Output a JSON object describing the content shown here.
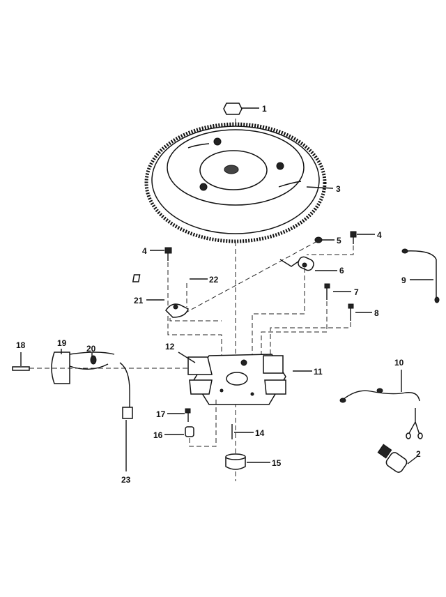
{
  "diagram": {
    "callouts": {
      "c1": "1",
      "c2": "2",
      "c3": "3",
      "c4a": "4",
      "c4b": "4",
      "c5": "5",
      "c6": "6",
      "c7": "7",
      "c8": "8",
      "c9": "9",
      "c10": "10",
      "c11": "11",
      "c12": "12",
      "c14": "14",
      "c15": "15",
      "c16": "16",
      "c17": "17",
      "c18": "18",
      "c19": "19",
      "c20": "20",
      "c21": "21",
      "c22": "22",
      "c23": "23"
    }
  }
}
